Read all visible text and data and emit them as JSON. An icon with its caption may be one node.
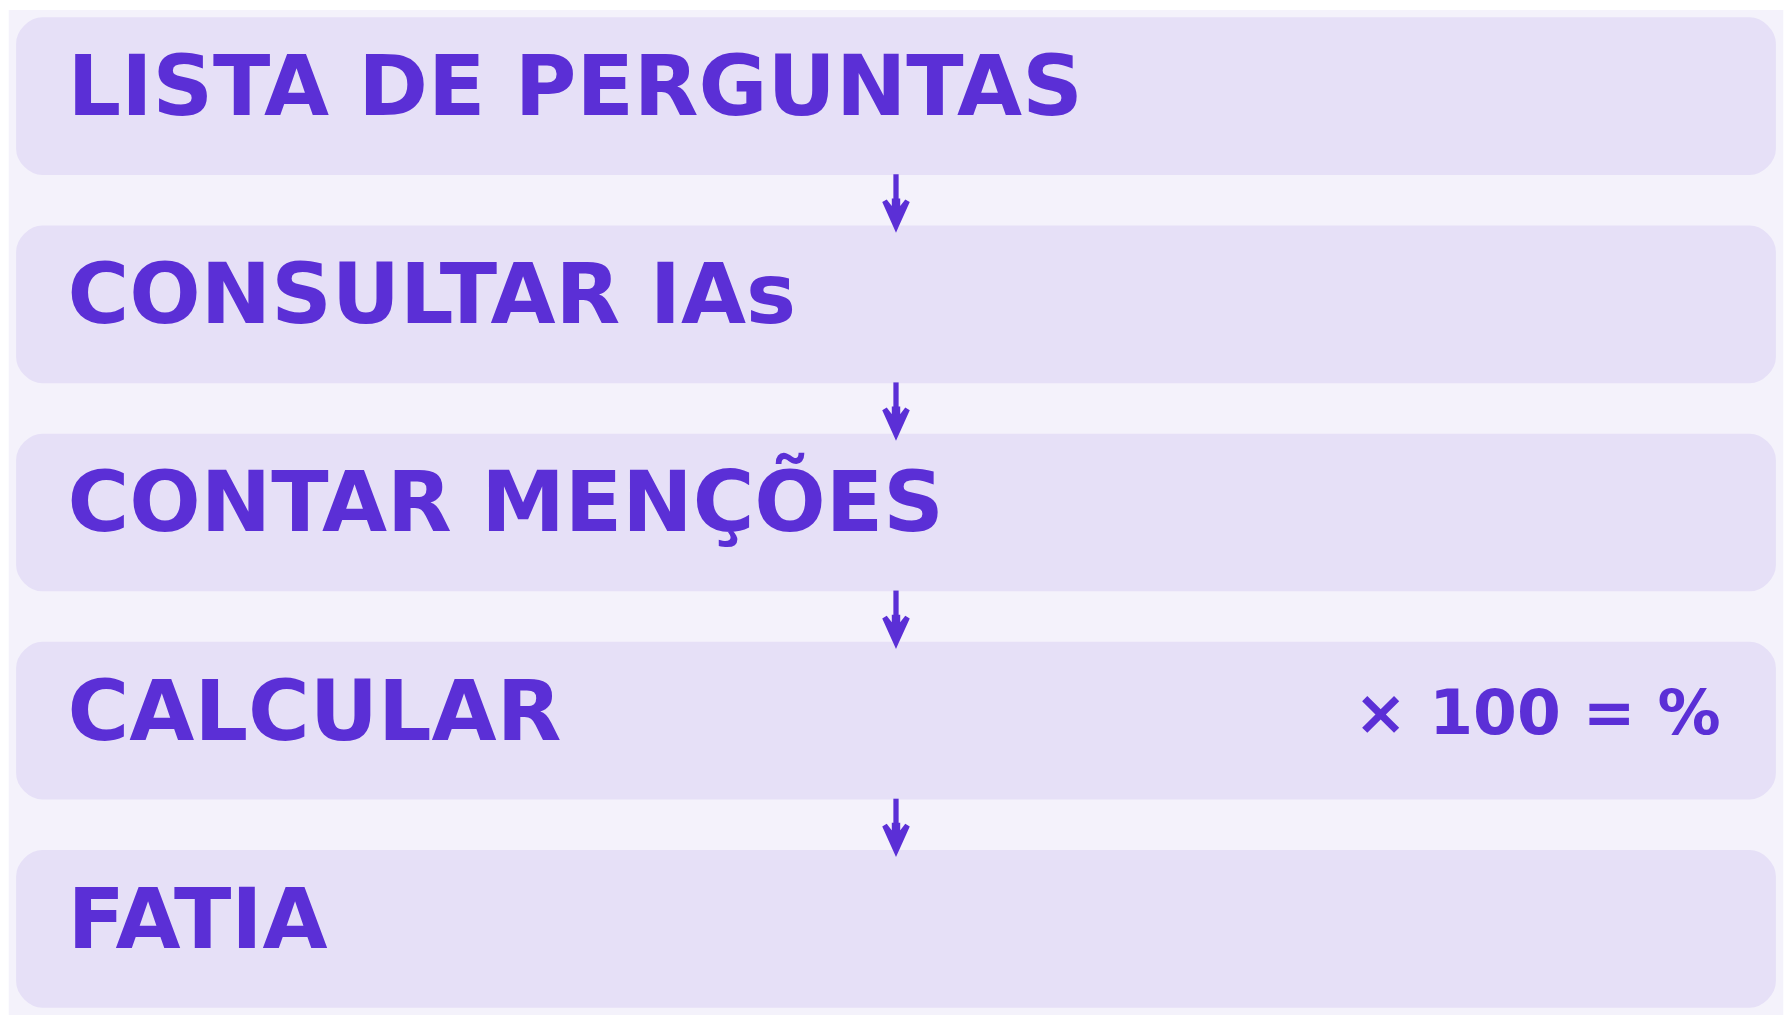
{
  "diagram": {
    "nodes": [
      {
        "text": [
          "LISTA DE PERGUNTAS"
        ]
      },
      {
        "text": [
          "CONSULTAR IAs"
        ]
      },
      {
        "text": [
          "CONTAR MENÇÕES"
        ]
      },
      {
        "text": [
          "CALCULAR",
          "× 100 = %"
        ]
      },
      {
        "text": [
          "FATIA"
        ]
      }
    ],
    "edges": [
      {
        "from": 0,
        "to": 1,
        "arrow": "to"
      },
      {
        "from": 1,
        "to": 2,
        "arrow": "to"
      },
      {
        "from": 2,
        "to": 3,
        "arrow": "to"
      },
      {
        "from": 3,
        "to": 4,
        "arrow": "to"
      }
    ]
  }
}
